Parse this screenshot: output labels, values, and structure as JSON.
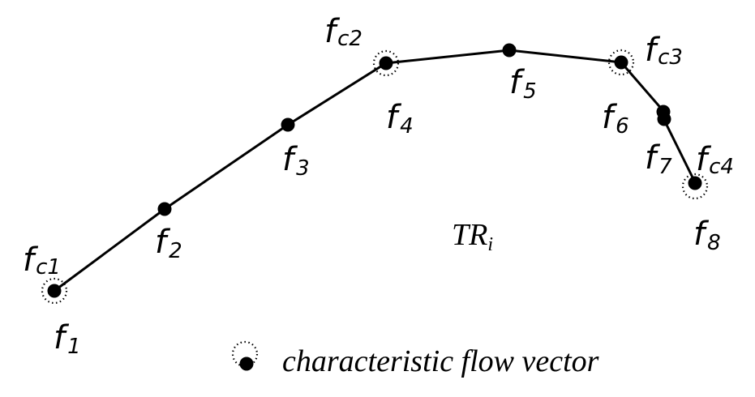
{
  "diagram": {
    "trajectory_label": {
      "main": "TR",
      "sub": "i"
    },
    "points": [
      {
        "id": "f1",
        "label_main": "f",
        "label_sub": "1",
        "characteristic": true,
        "char_label_main": "f",
        "char_label_sub": "c1"
      },
      {
        "id": "f2",
        "label_main": "f",
        "label_sub": "2",
        "characteristic": false
      },
      {
        "id": "f3",
        "label_main": "f",
        "label_sub": "3",
        "characteristic": false
      },
      {
        "id": "f4",
        "label_main": "f",
        "label_sub": "4",
        "characteristic": true,
        "char_label_main": "f",
        "char_label_sub": "c2"
      },
      {
        "id": "f5",
        "label_main": "f",
        "label_sub": "5",
        "characteristic": false
      },
      {
        "id": "f6",
        "label_main": "f",
        "label_sub": "6",
        "characteristic": true,
        "char_label_main": "f",
        "char_label_sub": "c3"
      },
      {
        "id": "f7",
        "label_main": "f",
        "label_sub": "7",
        "characteristic": false
      },
      {
        "id": "f8",
        "label_main": "f",
        "label_sub": "8",
        "characteristic": true,
        "char_label_main": "f",
        "char_label_sub": "c4"
      }
    ],
    "legend": {
      "text": "characteristic flow vector"
    }
  }
}
